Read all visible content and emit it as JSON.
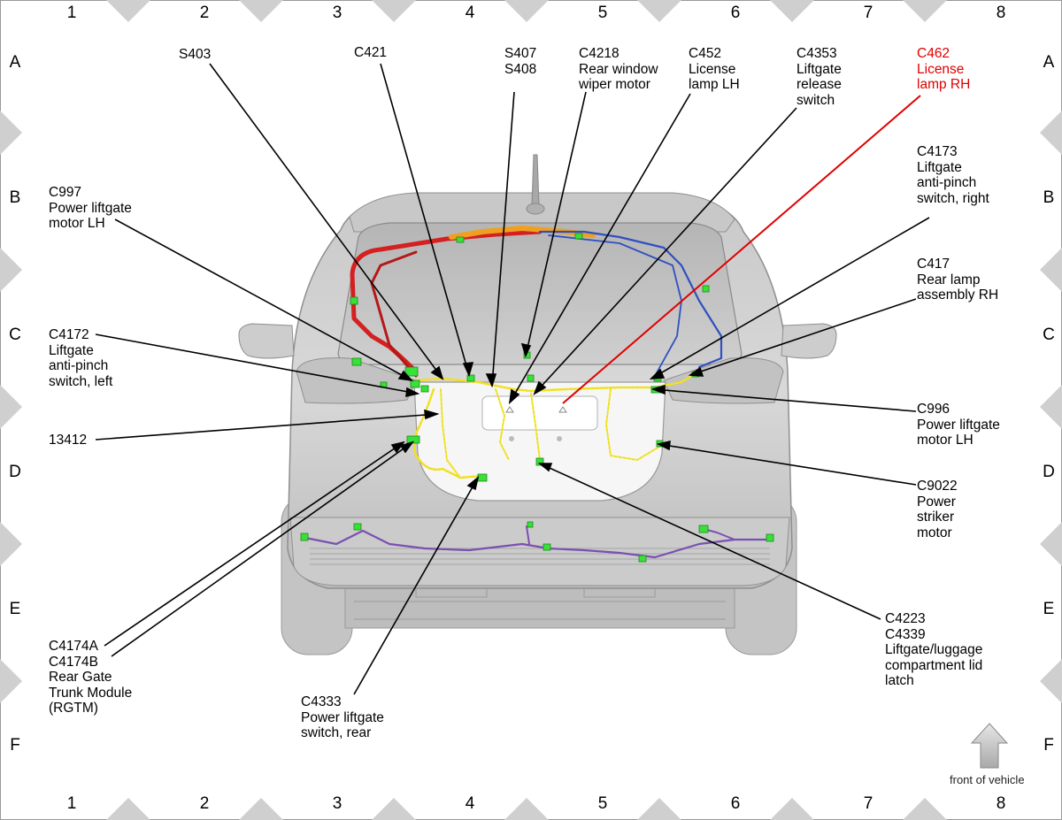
{
  "grid": {
    "columns": [
      "1",
      "2",
      "3",
      "4",
      "5",
      "6",
      "7",
      "8"
    ],
    "rows": [
      "A",
      "B",
      "C",
      "D",
      "E",
      "F"
    ]
  },
  "callouts": [
    {
      "id": "s403",
      "text": "S403",
      "color": "#000000"
    },
    {
      "id": "c421",
      "text": "C421",
      "color": "#000000"
    },
    {
      "id": "s407",
      "text": "S407\nS408",
      "color": "#000000"
    },
    {
      "id": "c4218",
      "text": "C4218\nRear window\nwiper motor",
      "color": "#000000"
    },
    {
      "id": "c452",
      "text": "C452\nLicense\nlamp LH",
      "color": "#000000"
    },
    {
      "id": "c4353",
      "text": "C4353\nLiftgate\nrelease\nswitch",
      "color": "#000000"
    },
    {
      "id": "c462",
      "text": "C462\nLicense\nlamp RH",
      "color": "#e00000"
    },
    {
      "id": "c4173",
      "text": "C4173\nLiftgate\nanti-pinch\nswitch, right",
      "color": "#000000"
    },
    {
      "id": "c417",
      "text": "C417\nRear lamp\nassembly RH",
      "color": "#000000"
    },
    {
      "id": "c997",
      "text": "C997\nPower liftgate\nmotor LH",
      "color": "#000000"
    },
    {
      "id": "c4172",
      "text": "C4172\nLiftgate\nanti-pinch\nswitch, left",
      "color": "#000000"
    },
    {
      "id": "n13412",
      "text": "13412",
      "color": "#000000"
    },
    {
      "id": "c996",
      "text": "C996\nPower liftgate\nmotor LH",
      "color": "#000000"
    },
    {
      "id": "c9022",
      "text": "C9022\nPower\nstriker\nmotor",
      "color": "#000000"
    },
    {
      "id": "c4174",
      "text": "C4174A\nC4174B\nRear Gate\nTrunk Module\n(RGTM)",
      "color": "#000000"
    },
    {
      "id": "c4333",
      "text": "C4333\nPower liftgate\nswitch, rear",
      "color": "#000000"
    },
    {
      "id": "c4223",
      "text": "C4223\nC4339\nLiftgate/luggage\ncompartment lid\nlatch",
      "color": "#000000"
    }
  ],
  "front_of_vehicle": "front of vehicle",
  "colors": {
    "leader_line": "#000000",
    "highlight": "#e00000",
    "harness_yellow": "#f0e020",
    "harness_red": "#d42020",
    "harness_blue": "#3050c0",
    "harness_purple": "#7a50b0",
    "harness_orange": "#f0a020",
    "connector_green": "#38e038",
    "body_gray": "#d4d4d4",
    "grid_marker": "#cfcfcf"
  }
}
